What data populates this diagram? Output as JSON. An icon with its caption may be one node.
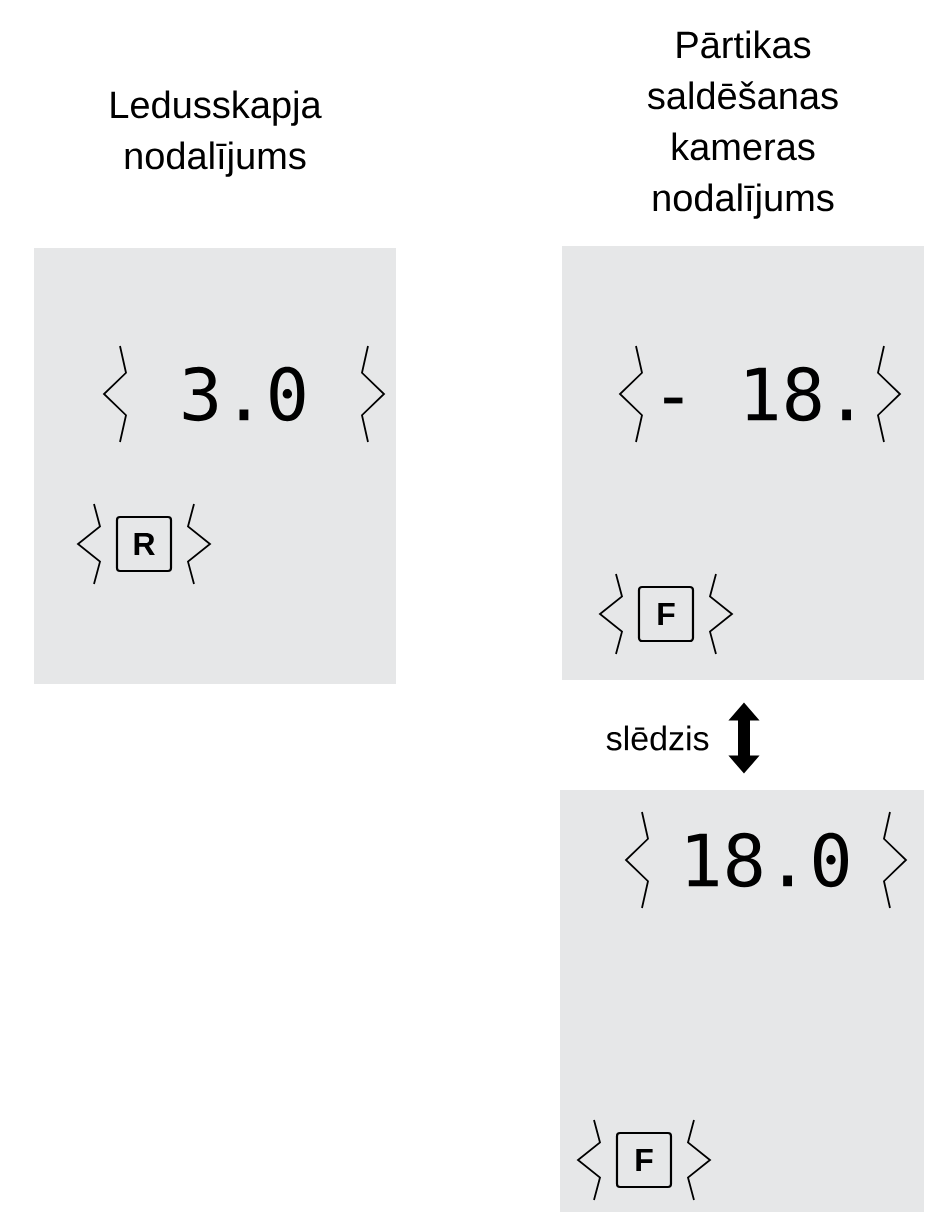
{
  "diagram": {
    "nodes": [
      {
        "text": [
          "Ledusskapja nodalījums",
          "3.0"
        ]
      },
      {
        "text": [
          "R"
        ],
        "in": 0
      },
      {
        "text": [
          "Pārtikas saldēšanas kameras nodalījums",
          "- 18."
        ]
      },
      {
        "text": [
          "F"
        ],
        "in": 2
      },
      {
        "text": [
          "18.0"
        ]
      },
      {
        "text": [
          "F"
        ],
        "in": 4
      }
    ],
    "edges": [
      {
        "from": 2,
        "to": 4,
        "arrow": "both",
        "label": "slēdzis"
      }
    ]
  }
}
